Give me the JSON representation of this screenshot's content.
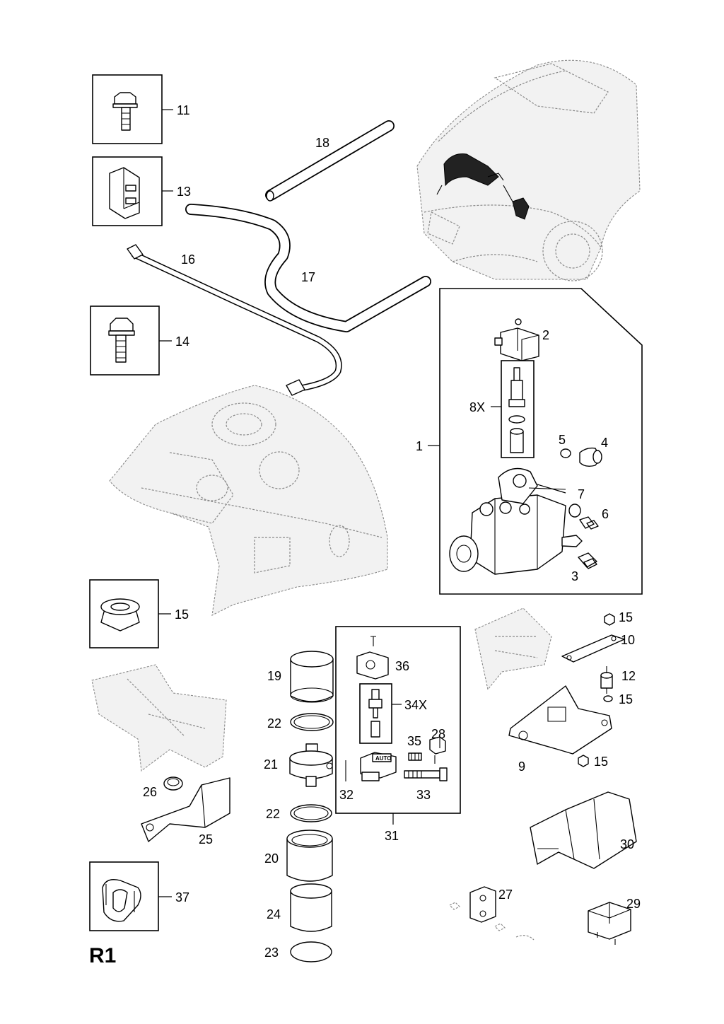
{
  "page_ref": "R1",
  "callouts": {
    "c1": "1",
    "c2": "2",
    "c3": "3",
    "c4": "4",
    "c5": "5",
    "c6": "6",
    "c7": "7",
    "c8x": "8X",
    "c9": "9",
    "c10": "10",
    "c11": "11",
    "c12": "12",
    "c13": "13",
    "c14": "14",
    "c15a": "15",
    "c15b": "15",
    "c15c": "15",
    "c15d": "15",
    "c16": "16",
    "c17": "17",
    "c18": "18",
    "c19": "19",
    "c20": "20",
    "c21": "21",
    "c22a": "22",
    "c22b": "22",
    "c23": "23",
    "c24": "24",
    "c25": "25",
    "c26": "26",
    "c27": "27",
    "c28": "28",
    "c29": "29",
    "c30": "30",
    "c31": "31",
    "c32": "32",
    "c33": "33",
    "c34x": "34X",
    "c35": "35",
    "c36": "36",
    "c37": "37"
  },
  "filter_badge": "AUTO"
}
